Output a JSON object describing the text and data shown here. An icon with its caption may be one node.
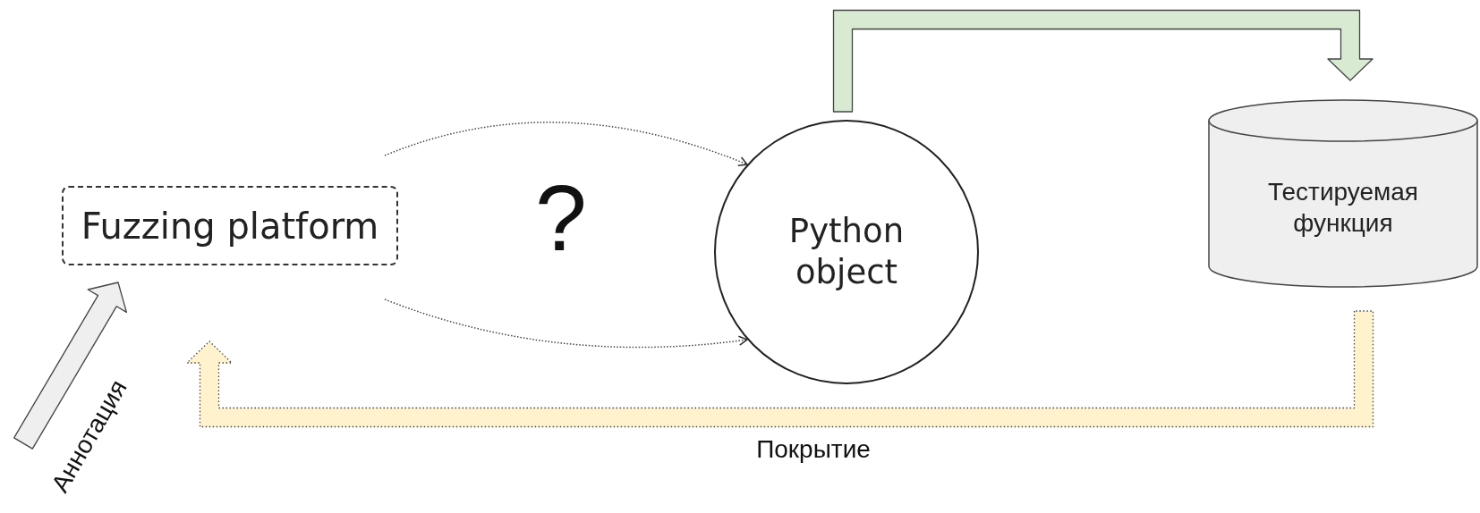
{
  "diagram": {
    "nodes": [
      {
        "text": [
          "Fuzzing platform"
        ]
      },
      {
        "text": [
          "Python object"
        ]
      },
      {
        "text": [
          "Тестируемая функция"
        ]
      }
    ],
    "edges": [
      {
        "from": 0,
        "to": 1,
        "arrow": "to",
        "style": "dashed"
      },
      {
        "from": 0,
        "to": 1,
        "arrow": "to",
        "style": "dashed"
      },
      {
        "from": 1,
        "to": 2,
        "arrow": "to",
        "style": "thick",
        "color": "#d9ead3"
      },
      {
        "from": 2,
        "to": 0,
        "arrow": "to",
        "label": "Покрытие",
        "style": "dashed",
        "color": "#fff2cc"
      },
      {
        "from": null,
        "to": 0,
        "arrow": "to",
        "label": "Аннотация",
        "style": "thick",
        "color": "#efefef"
      }
    ],
    "labels": [
      "?"
    ]
  }
}
